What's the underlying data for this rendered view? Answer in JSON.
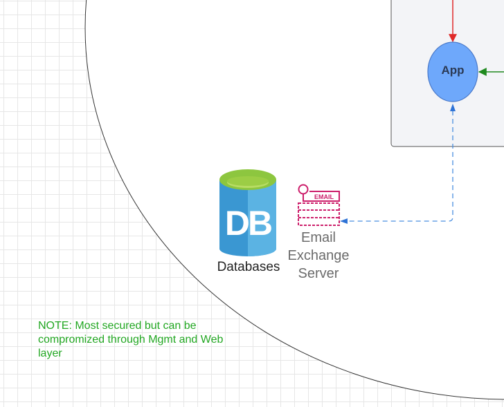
{
  "nodes": {
    "app": {
      "label": "App"
    },
    "databases": {
      "label": "Databases",
      "icon": "database-db-icon",
      "icon_text": "DB"
    },
    "email_server": {
      "label": "Email Exchange Server",
      "icon": "email-server-icon",
      "icon_text": "EMAIL"
    }
  },
  "note": "NOTE: Most secured but can be compromized through Mgmt and Web layer",
  "colors": {
    "app_fill": "#6ea8fb",
    "app_stroke": "#4a79c9",
    "red_arrow": "#e02a2a",
    "green_arrow": "#1f8a1f",
    "dashed_arrow": "#4a8fe0",
    "db_blue": "#3a97d2",
    "db_top": "#8dc63f",
    "email_magenta": "#cc1d6a",
    "note_green": "#22a722"
  }
}
